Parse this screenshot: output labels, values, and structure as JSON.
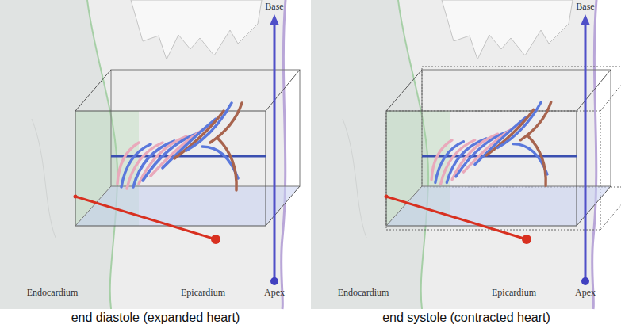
{
  "diagram": {
    "labels": [
      "Base",
      "Apex",
      "Endocardium",
      "Epicardium",
      "end diastole (expanded heart)",
      "Base",
      "Apex",
      "Endocardium",
      "Epicardium",
      "end systole (contracted heart)"
    ]
  }
}
